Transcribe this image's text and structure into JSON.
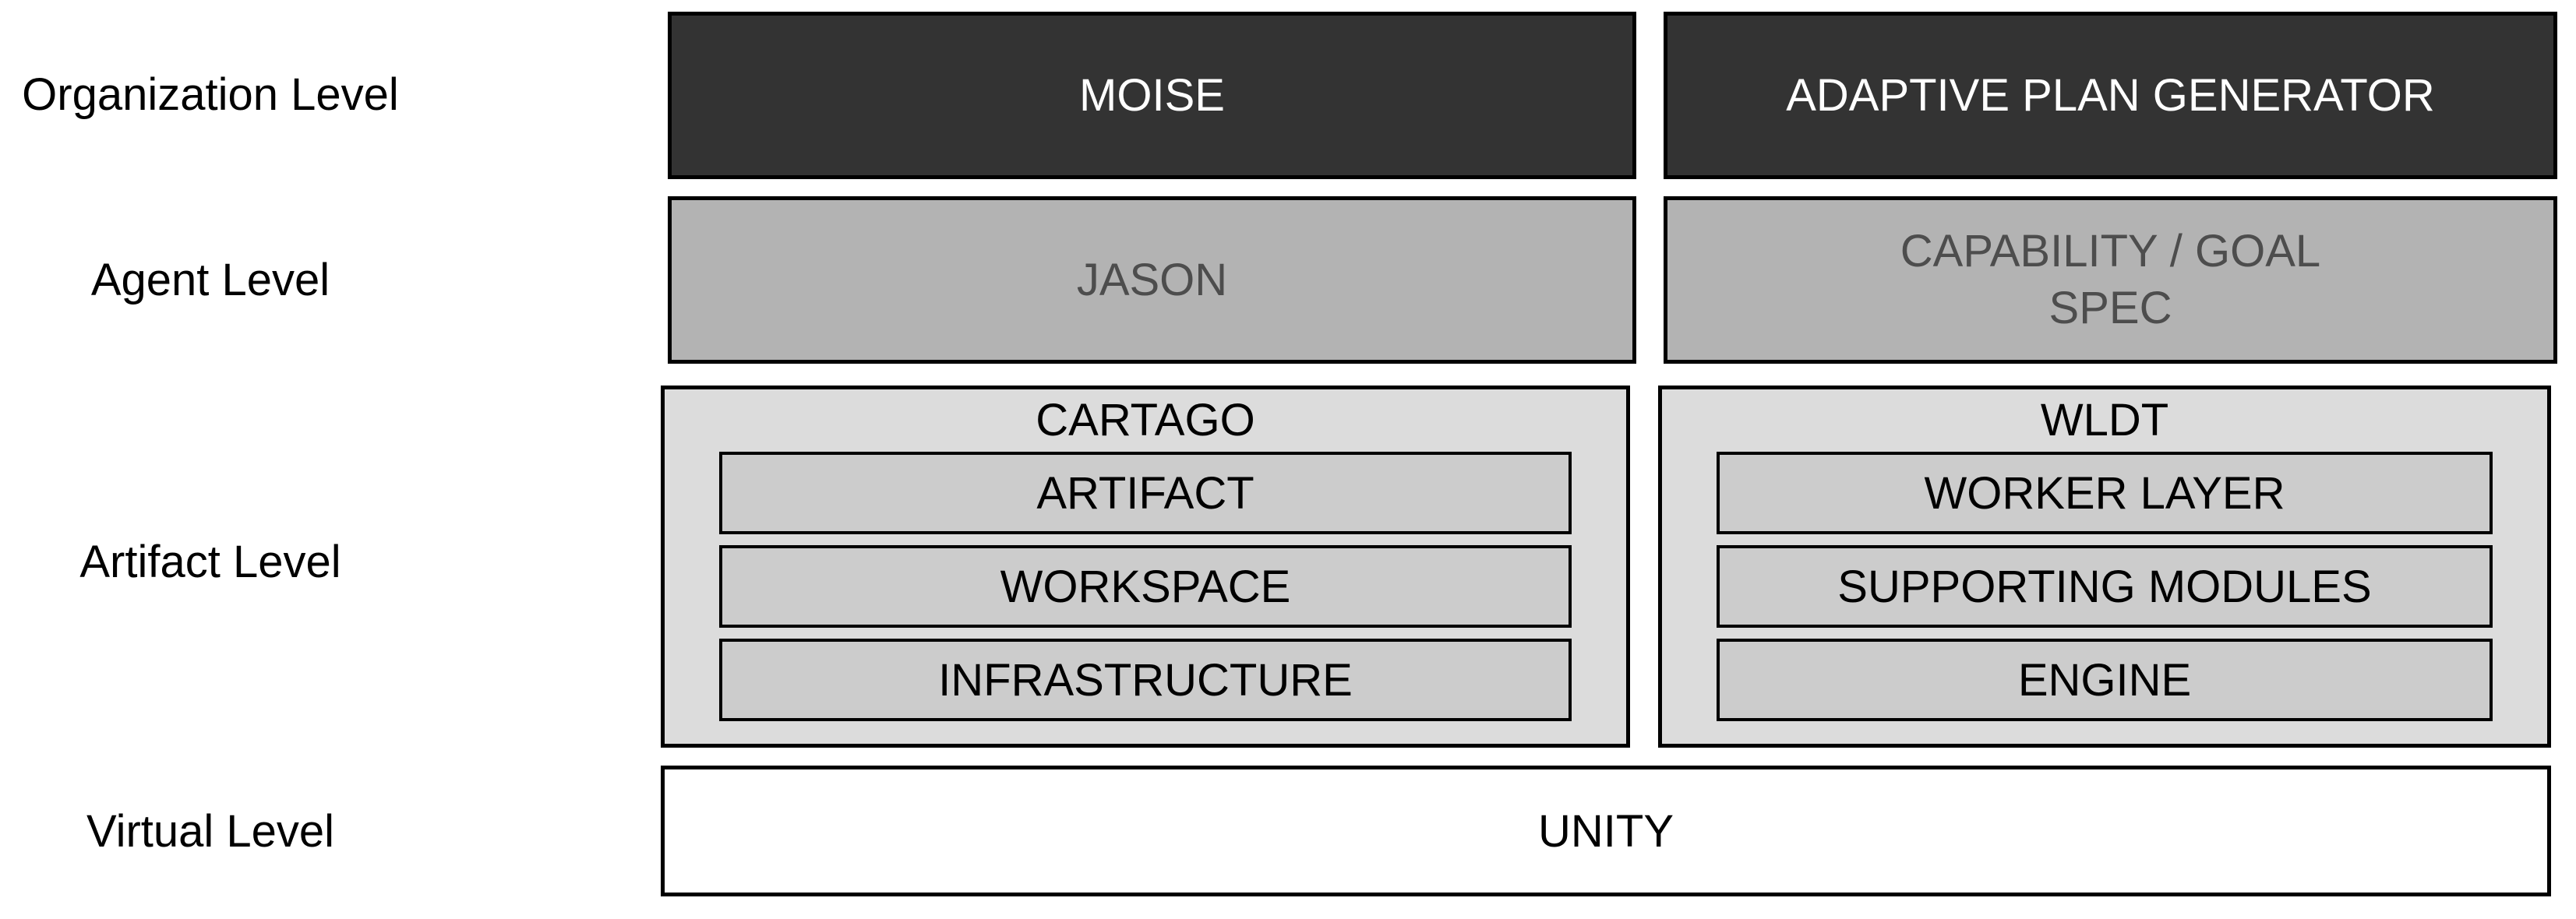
{
  "levels": {
    "organization": "Organization Level",
    "agent": "Agent Level",
    "artifact": "Artifact Level",
    "virtual": "Virtual Level"
  },
  "organization_row": {
    "moise": "MOISE",
    "adaptive_plan_generator": "ADAPTIVE PLAN GENERATOR"
  },
  "agent_row": {
    "jason": "JASON",
    "capability_goal_spec": "CAPABILITY / GOAL\nSPEC"
  },
  "artifact_row": {
    "cartago": {
      "title": "CARTAGO",
      "items": [
        "ARTIFACT",
        "WORKSPACE",
        "INFRASTRUCTURE"
      ]
    },
    "wldt": {
      "title": "WLDT",
      "items": [
        "WORKER LAYER",
        "SUPPORTING MODULES",
        "ENGINE"
      ]
    }
  },
  "virtual_row": {
    "unity": "UNITY"
  },
  "colors": {
    "dark_box": "#333333",
    "dark_box_text": "#ffffff",
    "gray_box": "#b3b3b3",
    "gray_box_text": "#4d4d4d",
    "container_box": "#dcdcdc",
    "inner_box": "#cccccc",
    "virtual_box": "#ffffff",
    "border": "#000000",
    "label_text": "#000000",
    "background": "#ffffff"
  }
}
